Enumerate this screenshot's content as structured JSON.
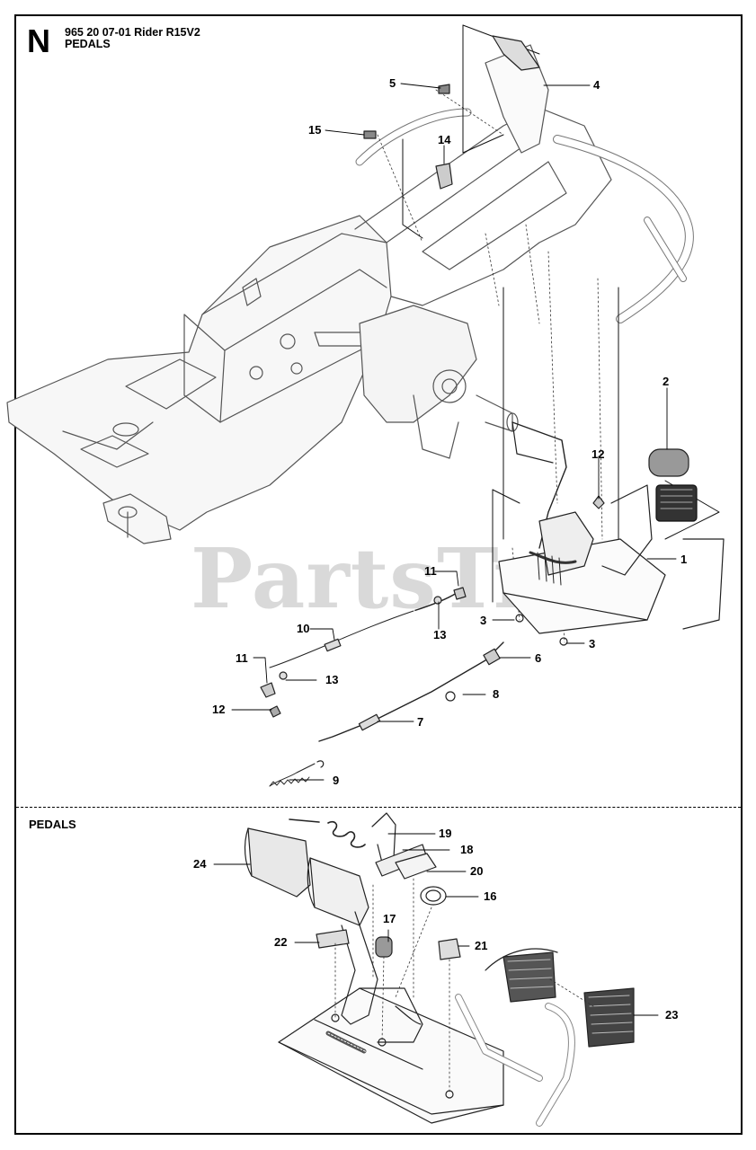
{
  "header": {
    "section_letter": "N",
    "title_line1": "965 20 07-01 Rider R15V2",
    "title_line2": "PEDALS"
  },
  "watermark": "PartsTree",
  "detail_heading": "PEDALS",
  "callouts": [
    {
      "id": "c1",
      "text": "1"
    },
    {
      "id": "c2",
      "text": "2"
    },
    {
      "id": "c3a",
      "text": "3"
    },
    {
      "id": "c3b",
      "text": "3"
    },
    {
      "id": "c4",
      "text": "4"
    },
    {
      "id": "c5",
      "text": "5"
    },
    {
      "id": "c6",
      "text": "6"
    },
    {
      "id": "c7",
      "text": "7"
    },
    {
      "id": "c8",
      "text": "8"
    },
    {
      "id": "c9",
      "text": "9"
    },
    {
      "id": "c10",
      "text": "10"
    },
    {
      "id": "c11a",
      "text": "11"
    },
    {
      "id": "c11b",
      "text": "11"
    },
    {
      "id": "c12a",
      "text": "12"
    },
    {
      "id": "c12b",
      "text": "12"
    },
    {
      "id": "c13a",
      "text": "13"
    },
    {
      "id": "c13b",
      "text": "13"
    },
    {
      "id": "c14",
      "text": "14"
    },
    {
      "id": "c15",
      "text": "15"
    },
    {
      "id": "c16",
      "text": "16"
    },
    {
      "id": "c17",
      "text": "17"
    },
    {
      "id": "c18",
      "text": "18"
    },
    {
      "id": "c19",
      "text": "19"
    },
    {
      "id": "c20",
      "text": "20"
    },
    {
      "id": "c21",
      "text": "21"
    },
    {
      "id": "c22",
      "text": "22"
    },
    {
      "id": "c23",
      "text": "23"
    },
    {
      "id": "c24",
      "text": "24"
    }
  ]
}
